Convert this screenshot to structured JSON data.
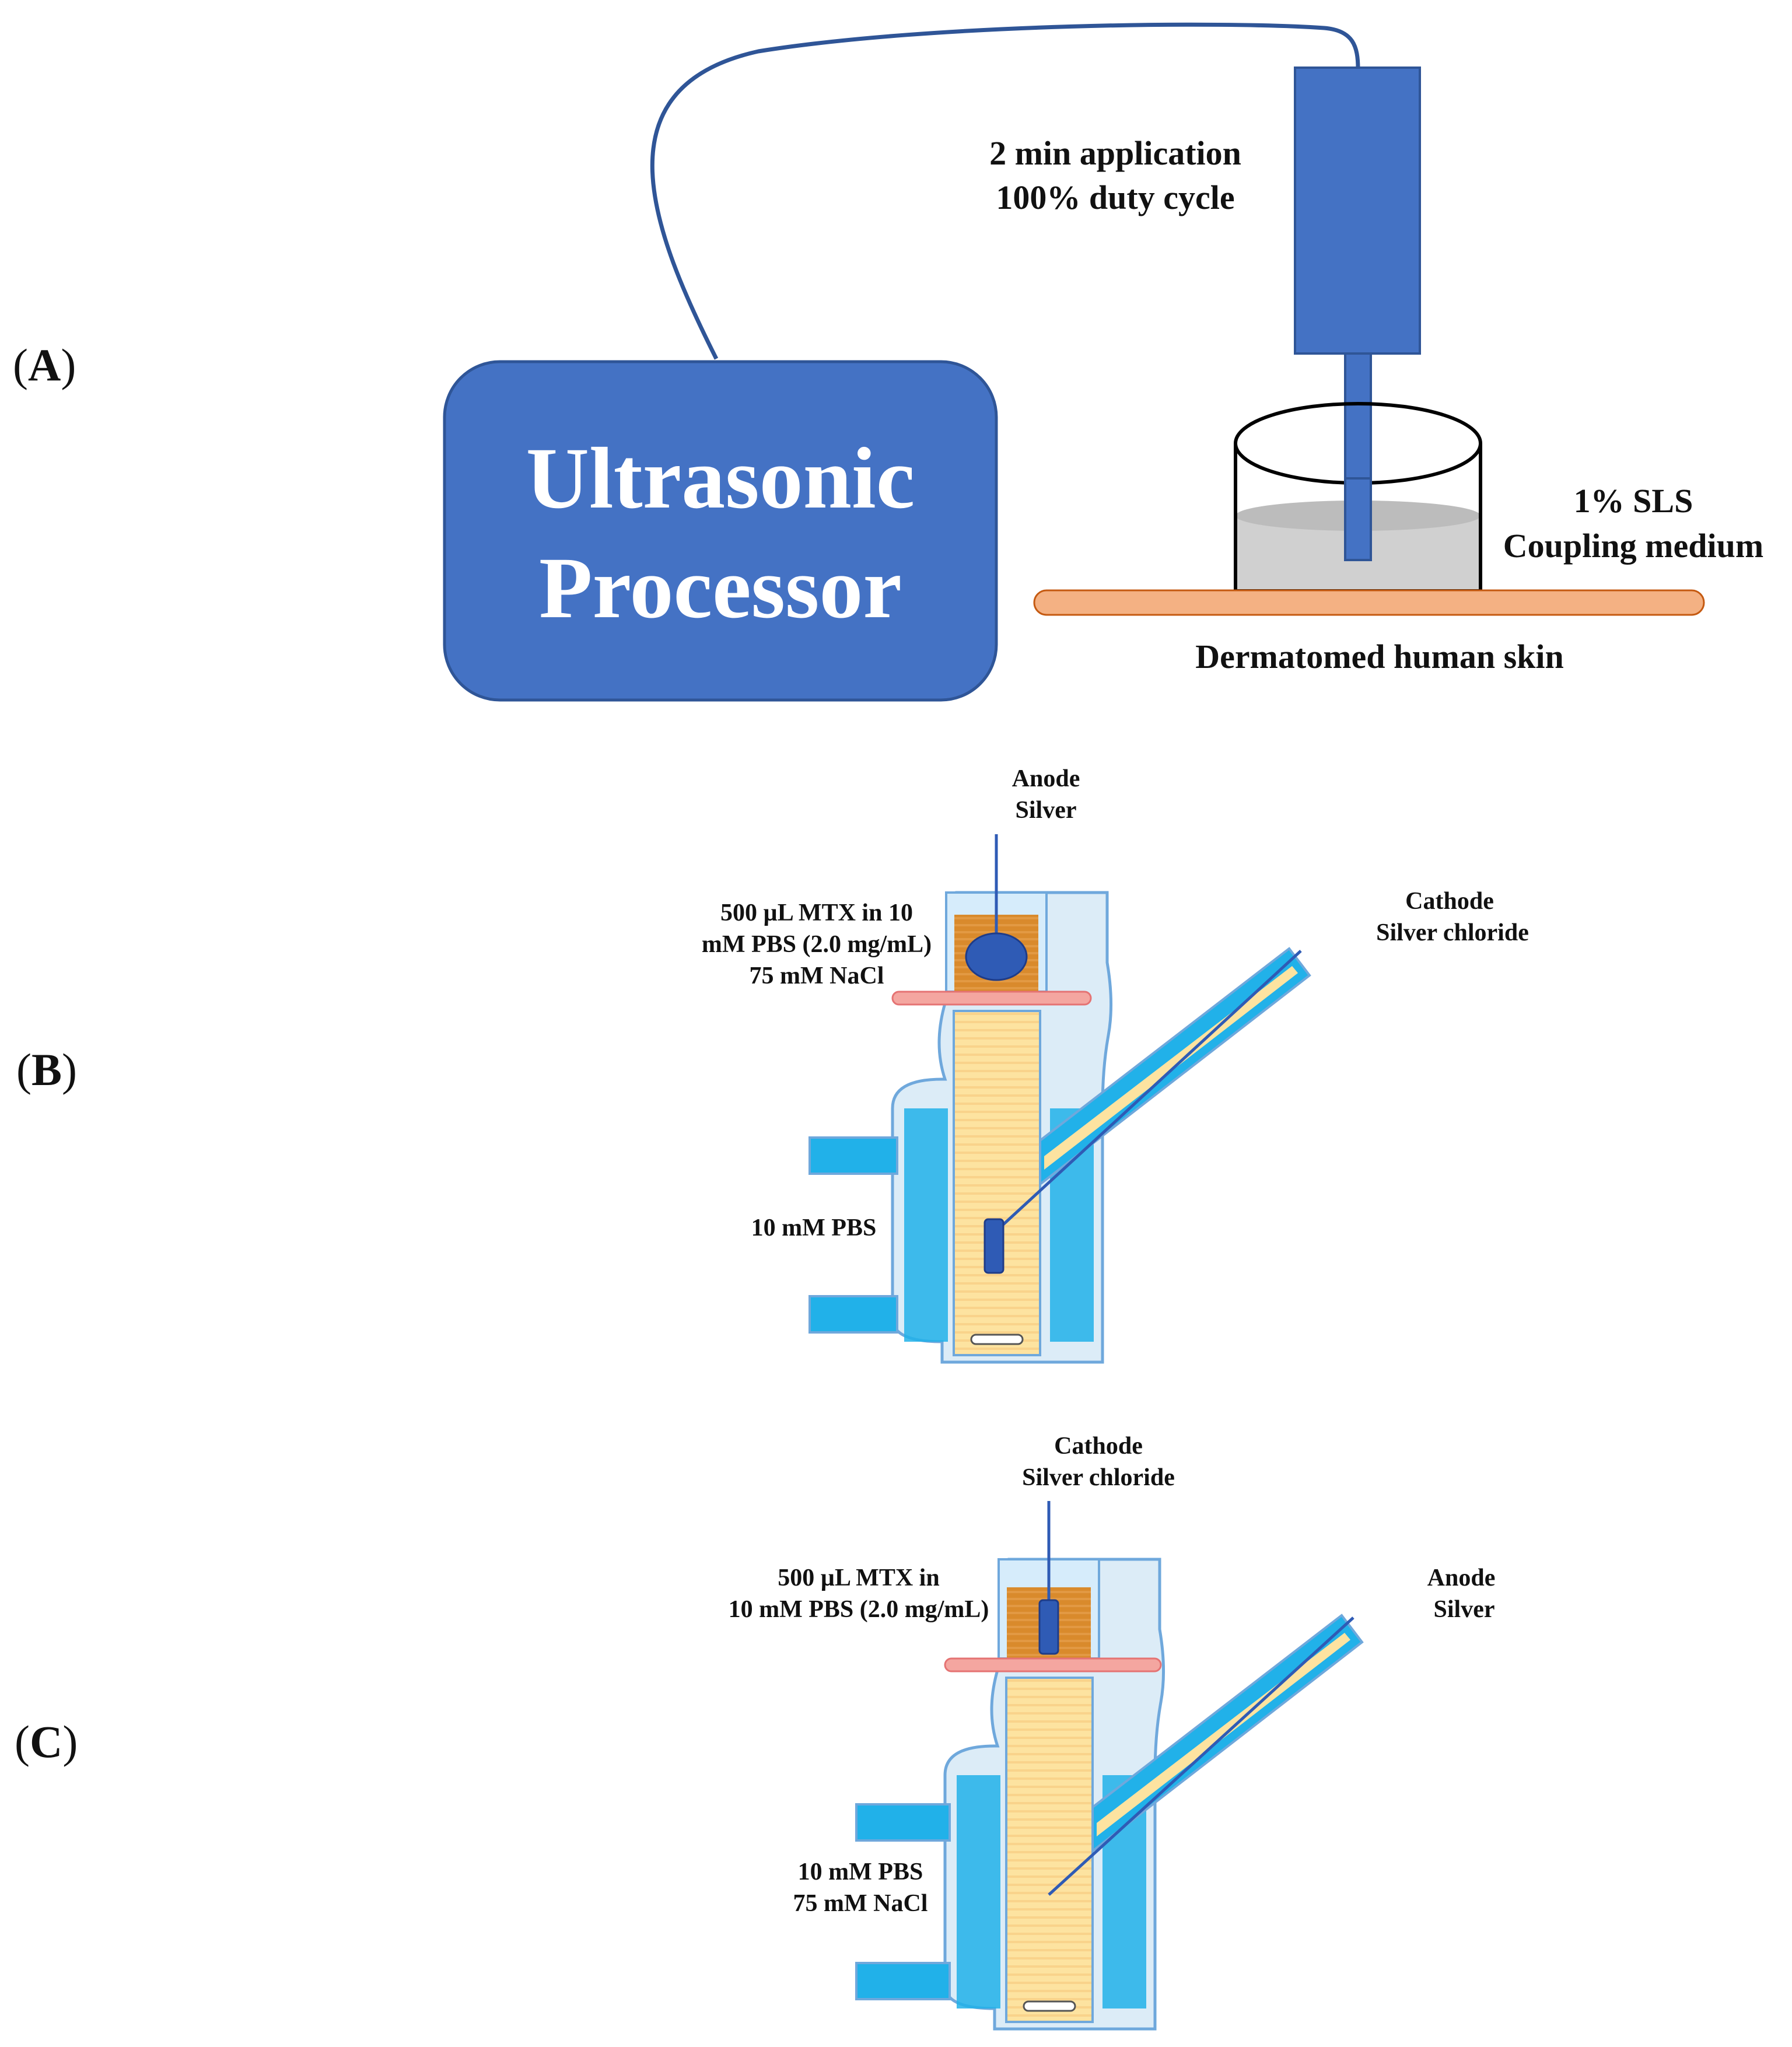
{
  "colors": {
    "processor_blue": "#4472c4",
    "device_outline": "#2f5597",
    "skin": "#f4b183",
    "medium_gray": "#d0d0d0",
    "glass_light": "#dcecf7",
    "glass_cyan": "#21b1e9",
    "donor_orange": "#d98a2c",
    "receptor_yellow": "#fde3a0",
    "gasket_pink": "#f4a6a0",
    "electrode_blue": "#2f5bb5"
  },
  "panels": {
    "a": {
      "letter": "A",
      "processor_line1": "Ultrasonic",
      "processor_line2": "Processor",
      "app_line1": "2 min application",
      "app_line2": "100% duty cycle",
      "medium_line1": "1% SLS",
      "medium_line2": "Coupling medium",
      "skin_label": "Dermatomed human skin"
    },
    "b": {
      "letter": "B",
      "anode_line1": "Anode",
      "anode_line2": "Silver",
      "cathode_line1": "Cathode",
      "cathode_line2": "Silver chloride",
      "donor_line1": "500 µL MTX in 10",
      "donor_line2": "mM PBS (2.0 mg/mL)",
      "donor_line3": "75 mM NaCl",
      "receptor_line1": "10 mM PBS"
    },
    "c": {
      "letter": "C",
      "cathode_line1": "Cathode",
      "cathode_line2": "Silver chloride",
      "anode_line1": "Anode",
      "anode_line2": "Silver",
      "donor_line1": "500 µL MTX in",
      "donor_line2": "10 mM PBS (2.0 mg/mL)",
      "receptor_line1": "10 mM PBS",
      "receptor_line2": "75 mM NaCl"
    }
  }
}
